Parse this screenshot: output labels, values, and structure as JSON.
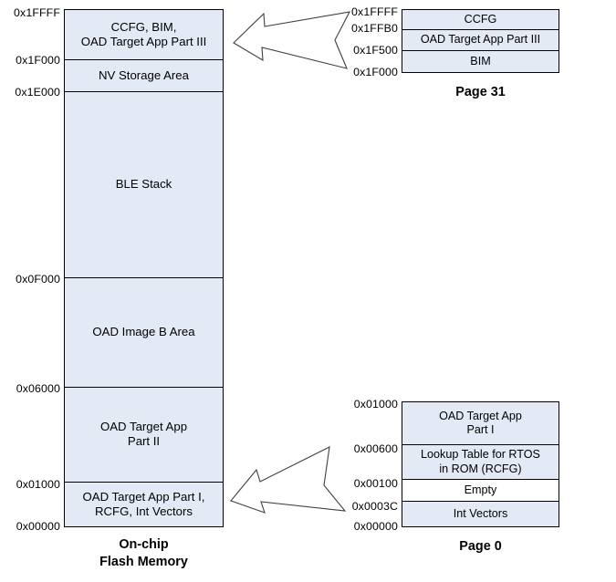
{
  "diagram": {
    "title": "On-chip Flash Memory OAD Layout",
    "fill_color": "#e3e9f5",
    "border_color": "#000000",
    "empty_fill_color": "#ffffff"
  },
  "flash": {
    "caption": "On-chip\nFlash Memory",
    "regions": [
      {
        "label": "CCFG, BIM,\nOAD Target App Part III",
        "top_addr": "0x1FFFF",
        "bottom_addr": "0x1F000"
      },
      {
        "label": "NV Storage Area",
        "top_addr": "0x1F000",
        "bottom_addr": "0x1E000"
      },
      {
        "label": "BLE Stack",
        "top_addr": "0x1E000",
        "bottom_addr": "0x0F000"
      },
      {
        "label": "OAD Image B Area",
        "top_addr": "0x0F000",
        "bottom_addr": "0x06000"
      },
      {
        "label": "OAD Target App\nPart II",
        "top_addr": "0x06000",
        "bottom_addr": "0x01000"
      },
      {
        "label": "OAD Target App Part I,\nRCFG, Int Vectors",
        "top_addr": "0x01000",
        "bottom_addr": "0x00000"
      }
    ],
    "addresses": [
      "0x1FFFF",
      "0x1F000",
      "0x1E000",
      "0x0F000",
      "0x06000",
      "0x01000",
      "0x00000"
    ]
  },
  "page31": {
    "caption": "Page 31",
    "regions": [
      {
        "label": "CCFG",
        "top_addr": "0x1FFFF",
        "bottom_addr": "0x1FFB0"
      },
      {
        "label": "OAD Target App Part III",
        "top_addr": "0x1FFB0",
        "bottom_addr": "0x1F500"
      },
      {
        "label": "BIM",
        "top_addr": "0x1F500",
        "bottom_addr": "0x1F000"
      }
    ],
    "addresses": [
      "0x1FFFF",
      "0x1FFB0",
      "0x1F500",
      "0x1F000"
    ]
  },
  "page0": {
    "caption": "Page 0",
    "regions": [
      {
        "label": "OAD Target App\nPart I",
        "top_addr": "0x01000",
        "bottom_addr": "0x00600",
        "fill": "shaded"
      },
      {
        "label": "Lookup Table for RTOS\nin ROM (RCFG)",
        "top_addr": "0x00600",
        "bottom_addr": "0x00100",
        "fill": "shaded"
      },
      {
        "label": "Empty",
        "top_addr": "0x00100",
        "bottom_addr": "0x0003C",
        "fill": "empty"
      },
      {
        "label": "Int Vectors",
        "top_addr": "0x0003C",
        "bottom_addr": "0x00000",
        "fill": "shaded"
      }
    ],
    "addresses": [
      "0x01000",
      "0x00600",
      "0x00100",
      "0x0003C",
      "0x00000"
    ]
  },
  "arrows": {
    "top": {
      "name": "arrow-page31-to-flash",
      "direction": "left"
    },
    "bottom": {
      "name": "arrow-page0-to-flash",
      "direction": "left"
    }
  }
}
